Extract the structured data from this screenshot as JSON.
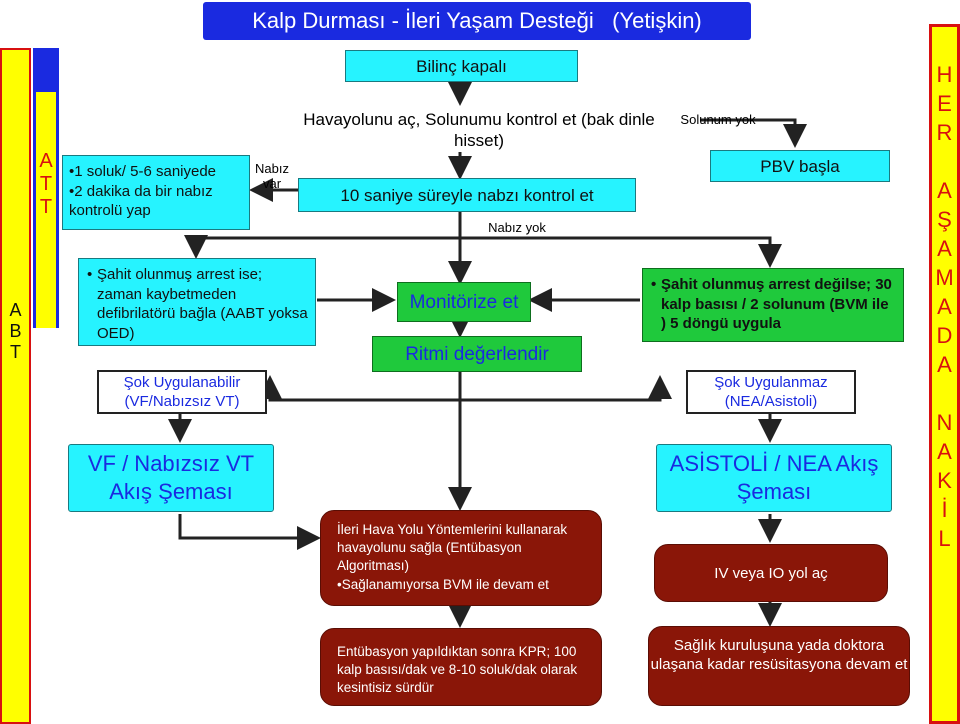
{
  "title": "Kalp Durması - İleri Yaşam Desteği   (Yetişkin)",
  "side": {
    "abt": [
      "A",
      "B",
      "T"
    ],
    "att": [
      "A",
      "T",
      "T"
    ],
    "right": [
      "H",
      "E",
      "R",
      " ",
      "A",
      "Ş",
      "A",
      "M",
      "A",
      "D",
      "A",
      " ",
      "N",
      "A",
      "K",
      "İ",
      "L"
    ]
  },
  "nodes": {
    "bilinc": "Bilinç kapalı",
    "havayolu": "Havayolunu  aç, Solunumu kontrol et (bak dinle hisset)",
    "nabiz10": "10 saniye süreyle nabzı kontrol et",
    "nabiz_yok": "Nabız yok",
    "nabiz_var": "Nabız var",
    "solunum_yok": "Solunum yok",
    "pbv": "PBV başla",
    "monitor": "Monitörize et",
    "ritim": "Ritmi değerlendir",
    "tt_box": [
      "1 soluk/ 5-6 saniyede",
      "2 dakika da bir nabız kontrolü yap"
    ],
    "sahit_left": "Şahit olunmuş arrest ise; zaman kaybetmeden defibrilatörü bağla (AABT yoksa OED)",
    "sok_uyg": "Şok Uygulanabilir (VF/Nabızsız VT)",
    "vf": "VF / Nabızsız VT Akış Şeması",
    "sahit_right": "Şahit olunmuş arrest  değilse; 30 kalp basısı / 2 solunum (BVM ile ) 5 döngü uygula",
    "sok_uyg_maz": "Şok Uygulanmaz (NEA/Asistoli)",
    "asistoli": "ASİSTOLİ / NEA Akış Şeması",
    "ileri": [
      "İleri Hava Yolu Yöntemlerini kullanarak havayolunu sağla (Entübasyon Algoritması)",
      "Sağlanamıyorsa BVM ile devam et"
    ],
    "entubasyon": "Entübasyon yapıldıktan sonra KPR; 100 kalp basısı/dak ve 8-10 soluk/dak olarak kesintisiz sürdür",
    "iv": "IV veya IO  yol aç",
    "saglik": "Sağlık kuruluşuna yada doktora ulaşana kadar resüsitasyona devam et"
  },
  "colors": {
    "cyan": "#26f3ff",
    "green": "#1fc93c",
    "dark_red": "#8a1608",
    "blue_strip": "#1a2ae0",
    "yellow": "#ffff00",
    "red_border": "#d81010",
    "title_text": "#ffffff"
  }
}
